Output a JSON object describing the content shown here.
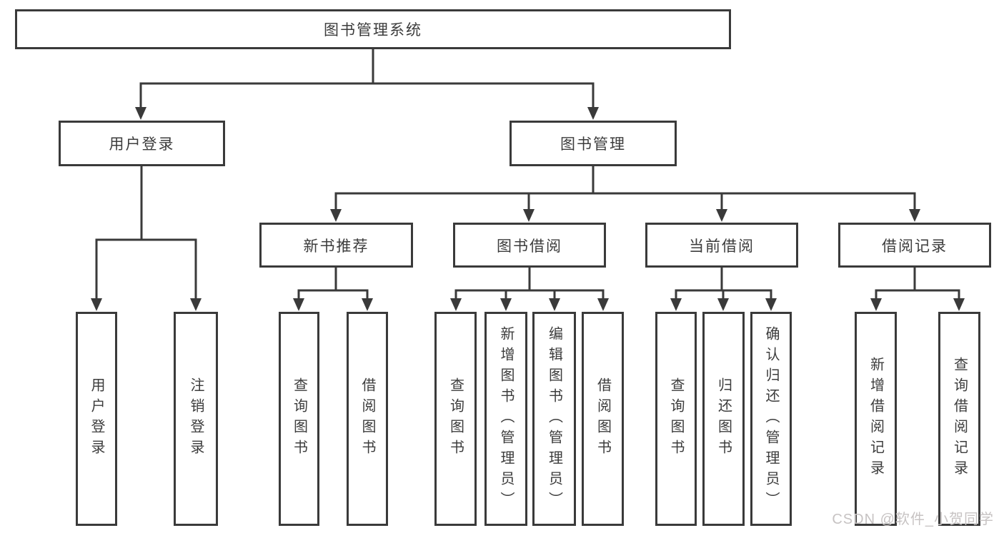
{
  "tree": {
    "label": "图书管理系统",
    "children": [
      {
        "label": "用户登录",
        "children": [
          {
            "label": "用户登录"
          },
          {
            "label": "注销登录"
          }
        ]
      },
      {
        "label": "图书管理",
        "children": [
          {
            "label": "新书推荐",
            "children": [
              {
                "label": "查询图书"
              },
              {
                "label": "借阅图书"
              }
            ]
          },
          {
            "label": "图书借阅",
            "children": [
              {
                "label": "查询图书"
              },
              {
                "label": "新增图书（管理员）"
              },
              {
                "label": "编辑图书（管理员）"
              },
              {
                "label": "借阅图书"
              }
            ]
          },
          {
            "label": "当前借阅",
            "children": [
              {
                "label": "查询图书"
              },
              {
                "label": "归还图书"
              },
              {
                "label": "确认归还（管理员）"
              }
            ]
          },
          {
            "label": "借阅记录",
            "children": [
              {
                "label": "新增借阅记录"
              },
              {
                "label": "查询借阅记录"
              }
            ]
          }
        ]
      }
    ]
  },
  "watermark": "CSDN @软件_小贺同学",
  "colors": {
    "line": "#3a3a3a",
    "text": "#3c3c3c",
    "watermark": "#c7c3c3",
    "background": "#ffffff"
  }
}
